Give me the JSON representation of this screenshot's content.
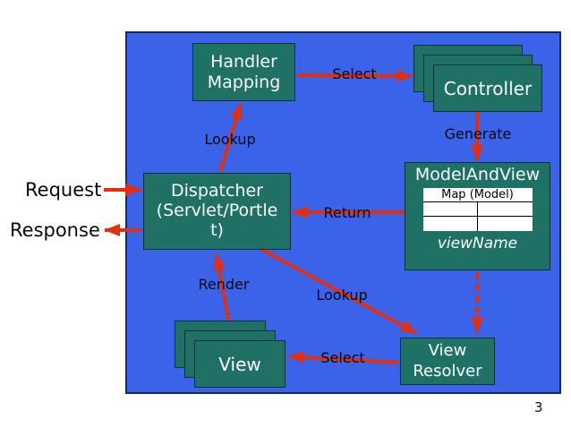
{
  "slide": {
    "page_number": "3"
  },
  "colors": {
    "background_blue": "#3b63ea",
    "canvas_border": "#1b2a52",
    "node_teal": "#1f7166",
    "node_border": "#0a323a",
    "arrow_red": "#e03010",
    "label_black": "#0a0a0a",
    "node_text_white": "#fafafa",
    "table_white": "#ffffff"
  },
  "io": {
    "request": "Request",
    "response": "Response"
  },
  "nodes": {
    "handler_mapping": {
      "line1": "Handler",
      "line2": "Mapping"
    },
    "controller": {
      "label": "Controller"
    },
    "dispatcher": {
      "line1": "Dispatcher",
      "line2": "(Servlet/Portle",
      "line3": "t)"
    },
    "model_and_view": {
      "title": "ModelAndView",
      "map_header": "Map (Model)",
      "view_name": "viewName"
    },
    "view": {
      "label": "View"
    },
    "view_resolver": {
      "line1": "View",
      "line2": "Resolver"
    }
  },
  "edges": {
    "select_top": "Select",
    "generate": "Generate",
    "lookup_handler": "Lookup",
    "return": "Return",
    "render": "Render",
    "lookup_resolver": "Lookup",
    "select_view": "Select"
  }
}
